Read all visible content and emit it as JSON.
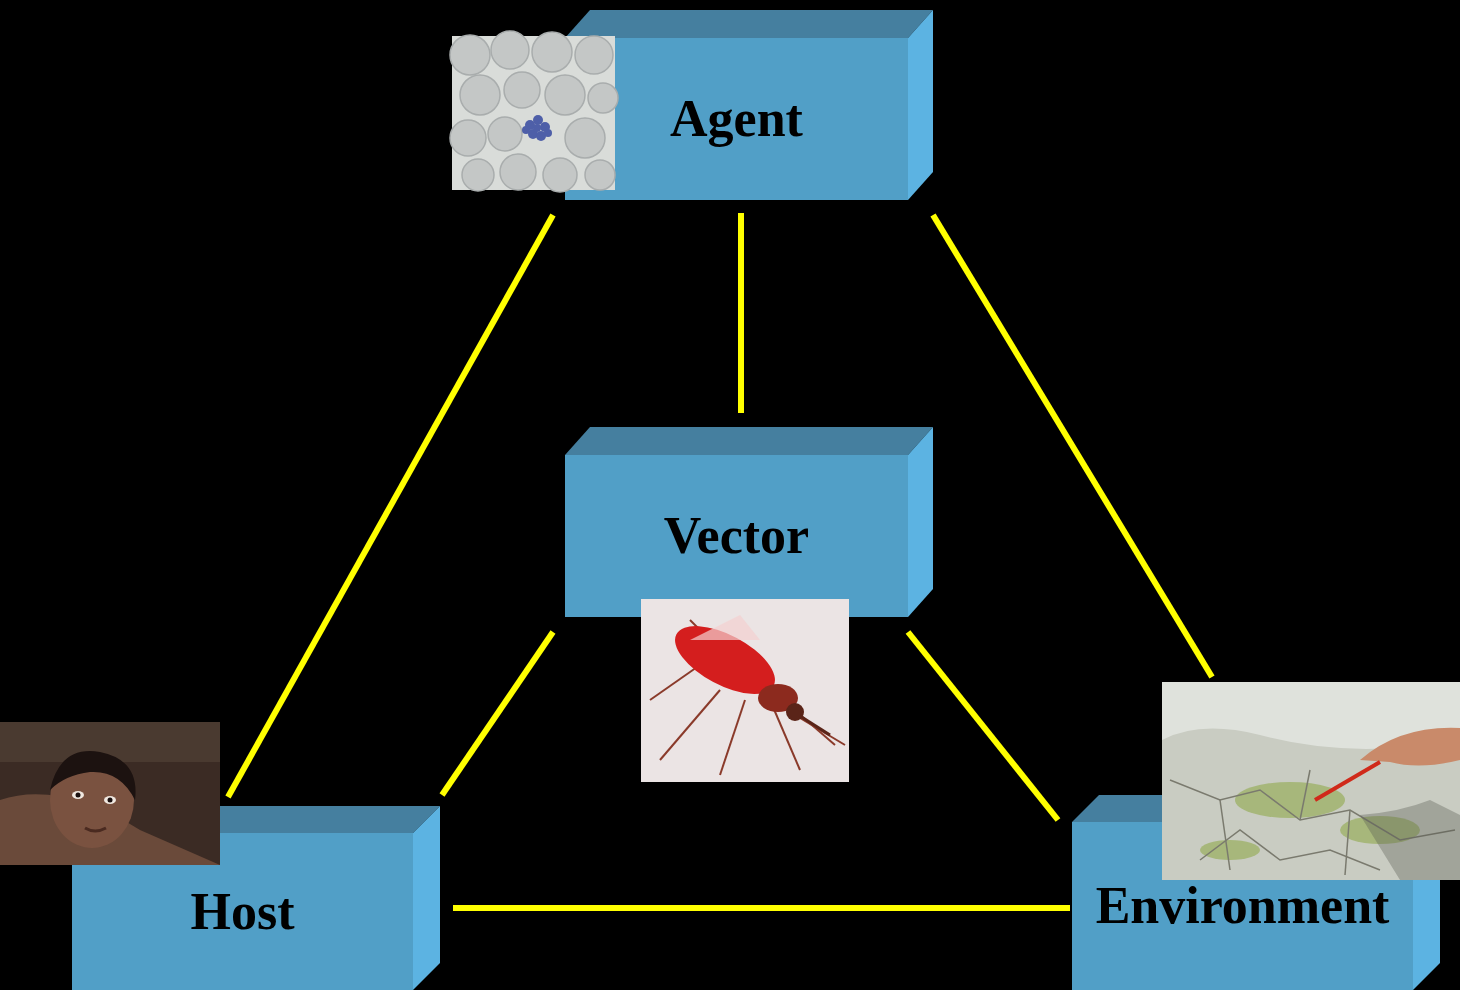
{
  "diagram": {
    "nodes": [
      {
        "text": [
          "Agent"
        ]
      },
      {
        "text": [
          "Vector"
        ]
      },
      {
        "text": [
          "Host"
        ]
      },
      {
        "text": [
          "Environment"
        ]
      }
    ],
    "edges": [
      {
        "from": 0,
        "to": 2,
        "arrow": "none"
      },
      {
        "from": 0,
        "to": 1,
        "arrow": "none"
      },
      {
        "from": 0,
        "to": 3,
        "arrow": "none"
      },
      {
        "from": 1,
        "to": 2,
        "arrow": "none"
      },
      {
        "from": 1,
        "to": 3,
        "arrow": "none"
      },
      {
        "from": 2,
        "to": 3,
        "arrow": "none"
      }
    ]
  }
}
